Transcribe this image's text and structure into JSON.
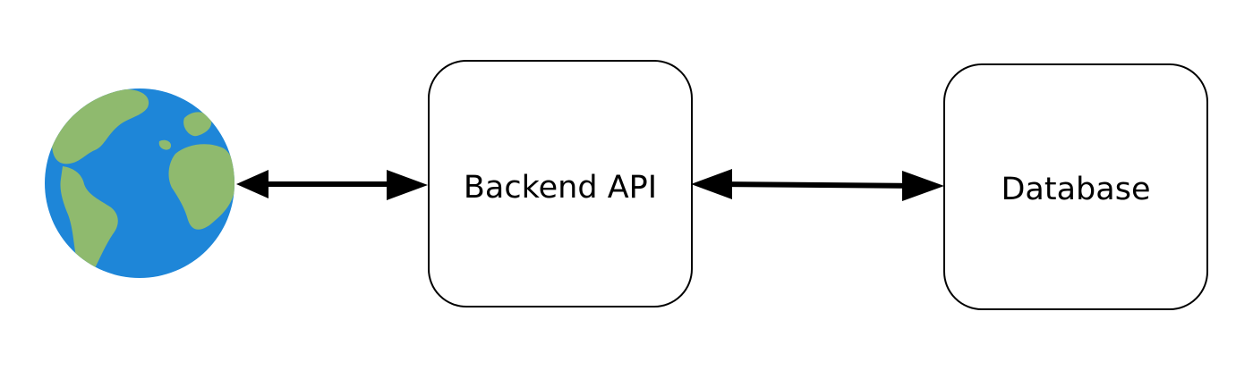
{
  "nodes": {
    "internet": {
      "icon": "globe-icon"
    },
    "backend": {
      "label": "Backend API"
    },
    "database": {
      "label": "Database"
    }
  },
  "edges": [
    {
      "from": "internet",
      "to": "backend",
      "direction": "bidirectional"
    },
    {
      "from": "backend",
      "to": "database",
      "direction": "bidirectional"
    }
  ],
  "colors": {
    "ocean": "#1e86d8",
    "land": "#8fba6e",
    "node_fill": "#ffffff",
    "stroke": "#000000"
  }
}
